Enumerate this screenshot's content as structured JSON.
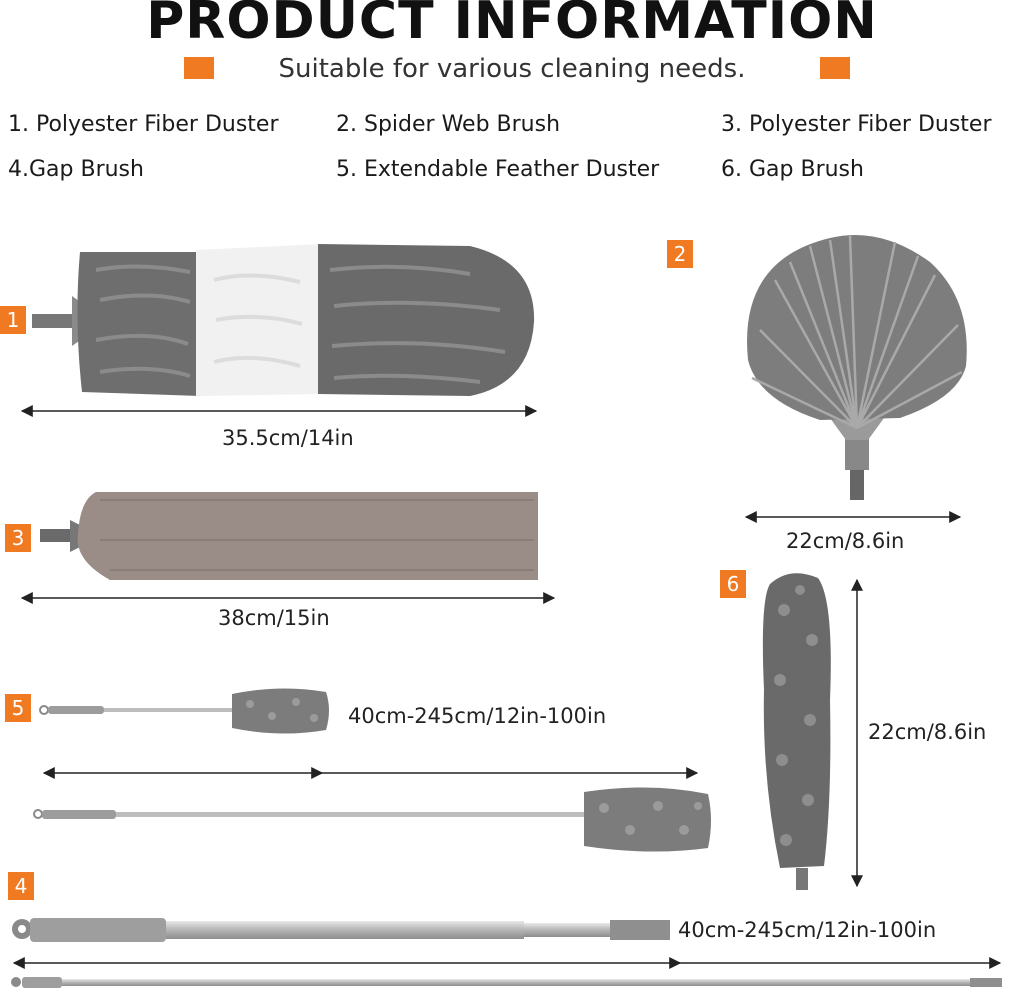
{
  "header": {
    "title": "PRODUCT INFORMATION",
    "subtitle": "Suitable for various cleaning needs.",
    "accent_color": "#ef7a22"
  },
  "items": [
    {
      "label": "1. Polyester Fiber Duster"
    },
    {
      "label": "2. Spider Web Brush"
    },
    {
      "label": "3. Polyester Fiber Duster"
    },
    {
      "label": "4.Gap Brush"
    },
    {
      "label": "5. Extendable Feather Duster"
    },
    {
      "label": "6. Gap Brush"
    }
  ],
  "badges": [
    "1",
    "2",
    "3",
    "4",
    "5",
    "6"
  ],
  "dimensions": {
    "duster1": "35.5cm/14in",
    "spider": "22cm/8.6in",
    "duster3": "38cm/15in",
    "gap6": "22cm/8.6in",
    "feather5": "40cm-245cm/12in-100in",
    "pole4": "40cm-245cm/12in-100in"
  },
  "icons": {
    "duster1": "grey-white-microfiber-duster",
    "spider": "spider-web-brush",
    "duster3": "flat-microfiber-duster",
    "gap6": "chenille-gap-brush",
    "feather5": "extendable-chenille-duster",
    "pole4": "telescopic-pole"
  }
}
